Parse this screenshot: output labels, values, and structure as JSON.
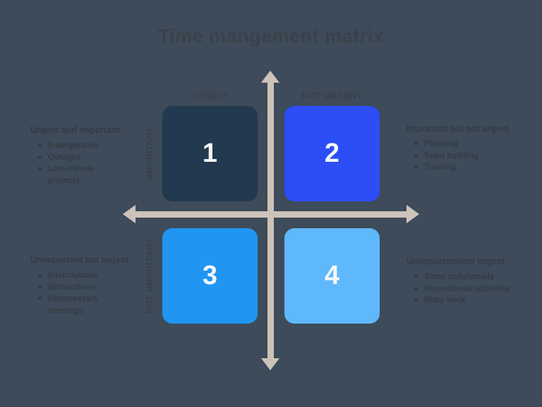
{
  "title": "Time mangement matrix",
  "colors": {
    "background": "#3d4b5a",
    "axis": "#cdc3b9",
    "label_text": "#3a3f47",
    "note_text": "#353b43",
    "number_text": "#f4f7f9",
    "quadrant1": "#23394f",
    "quadrant2": "#2d4df7",
    "quadrant3": "#2095f2",
    "quadrant4": "#5fb8fb"
  },
  "axis_labels": {
    "top_left": "URGENT",
    "top_right": "NOT URGENT",
    "side_top": "IMPORTANT",
    "side_bottom": "NOT IMPORTANT"
  },
  "quadrants": [
    {
      "number": "1",
      "color": "#23394f"
    },
    {
      "number": "2",
      "color": "#2d4df7"
    },
    {
      "number": "3",
      "color": "#2095f2"
    },
    {
      "number": "4",
      "color": "#5fb8fb"
    }
  ],
  "annotations": [
    {
      "position": "top-left",
      "heading": "Urgent and important",
      "items": [
        "Emergencies",
        "Outages",
        "Last-minute projects"
      ]
    },
    {
      "position": "top-right",
      "heading": "Important but not urgent",
      "items": [
        "Planning",
        "Team building",
        "Training"
      ]
    },
    {
      "position": "bottom-left",
      "heading": "Unimportant but urgent",
      "items": [
        "Interruptions",
        "Distractions",
        "Unnecessary meetings"
      ]
    },
    {
      "position": "bottom-right",
      "heading": "Unimportant/not urgent",
      "items": [
        "Some calls/emails",
        "Recreational activities",
        "Busy work"
      ]
    }
  ]
}
